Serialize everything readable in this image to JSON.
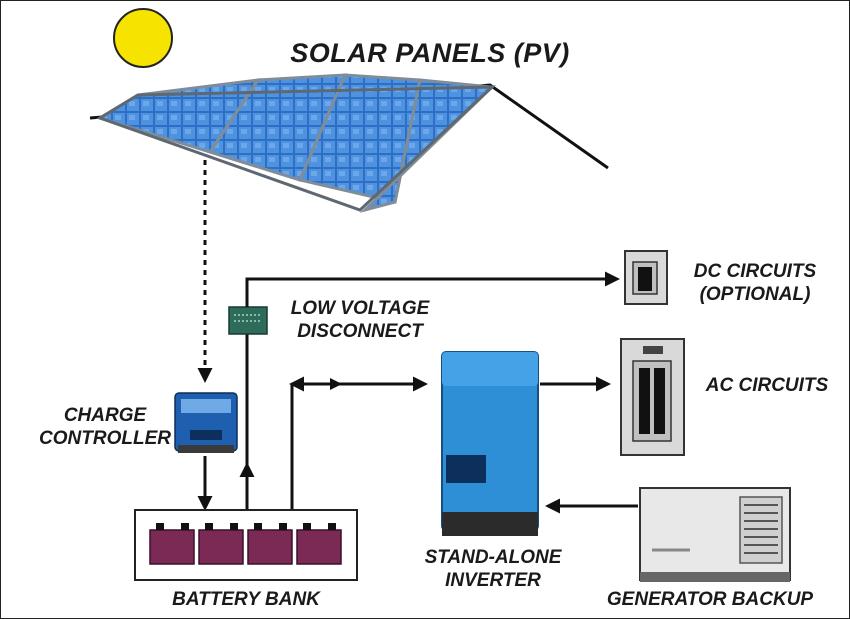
{
  "title": "SOLAR PANELS (PV)",
  "labels": {
    "charge_controller": [
      "CHARGE",
      "CONTROLLER"
    ],
    "low_voltage_disconnect": [
      "LOW VOLTAGE",
      "DISCONNECT"
    ],
    "dc_circuits": [
      "DC CIRCUITS",
      "(OPTIONAL)"
    ],
    "ac_circuits": "AC CIRCUITS",
    "stand_alone_inverter": [
      "STAND-ALONE",
      "INVERTER"
    ],
    "battery_bank": "BATTERY BANK",
    "generator_backup": "GENERATOR BACKUP"
  },
  "colors": {
    "sun": "#f7e300",
    "panel": "#2d6fc4",
    "inverter": "#2f8fd6",
    "battery": "#7a2a55",
    "controller": "#1e5fb0",
    "lvd": "#2f6b5a",
    "line": "#111111"
  }
}
